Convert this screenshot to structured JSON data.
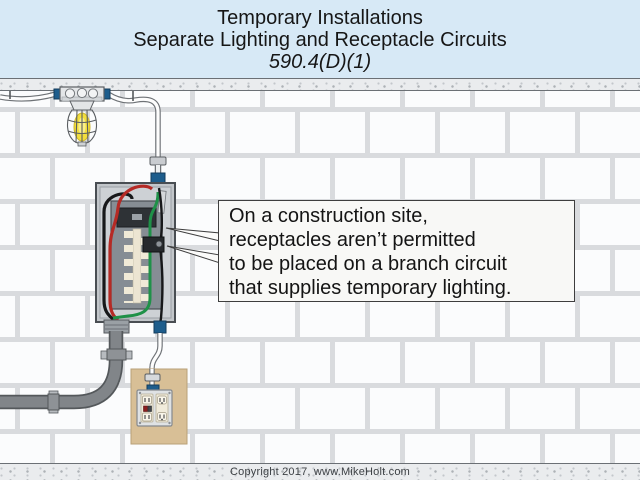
{
  "header": {
    "line1": "Temporary Installations",
    "line2": "Separate Lighting and Receptacle Circuits",
    "code_reference": "590.4(D)(1)",
    "background_color": "#d7e9f6"
  },
  "callout": {
    "lines": [
      "On a construction site,",
      "receptacles aren’t permitted",
      "to be placed on a branch circuit",
      "that supplies temporary lighting."
    ]
  },
  "footer": {
    "copyright": "Copyright 2017, www.MikeHolt.com"
  },
  "colors": {
    "title_band": "#d7e9f6",
    "wall_brick": "#fbfcfd",
    "wall_mortar": "#d9dbde",
    "panel_gray": "#c2c6ca",
    "panel_interior": "#868d94",
    "breaker_cream": "#f0ead7",
    "wire_red": "#b52a25",
    "wire_black": "#17181a",
    "wire_green": "#1f9148",
    "conduit_gray": "#818589",
    "fitting_blue": "#1d5d8c",
    "bulb_yellow": "#f2de3c",
    "board_tan": "#d8bf96"
  }
}
